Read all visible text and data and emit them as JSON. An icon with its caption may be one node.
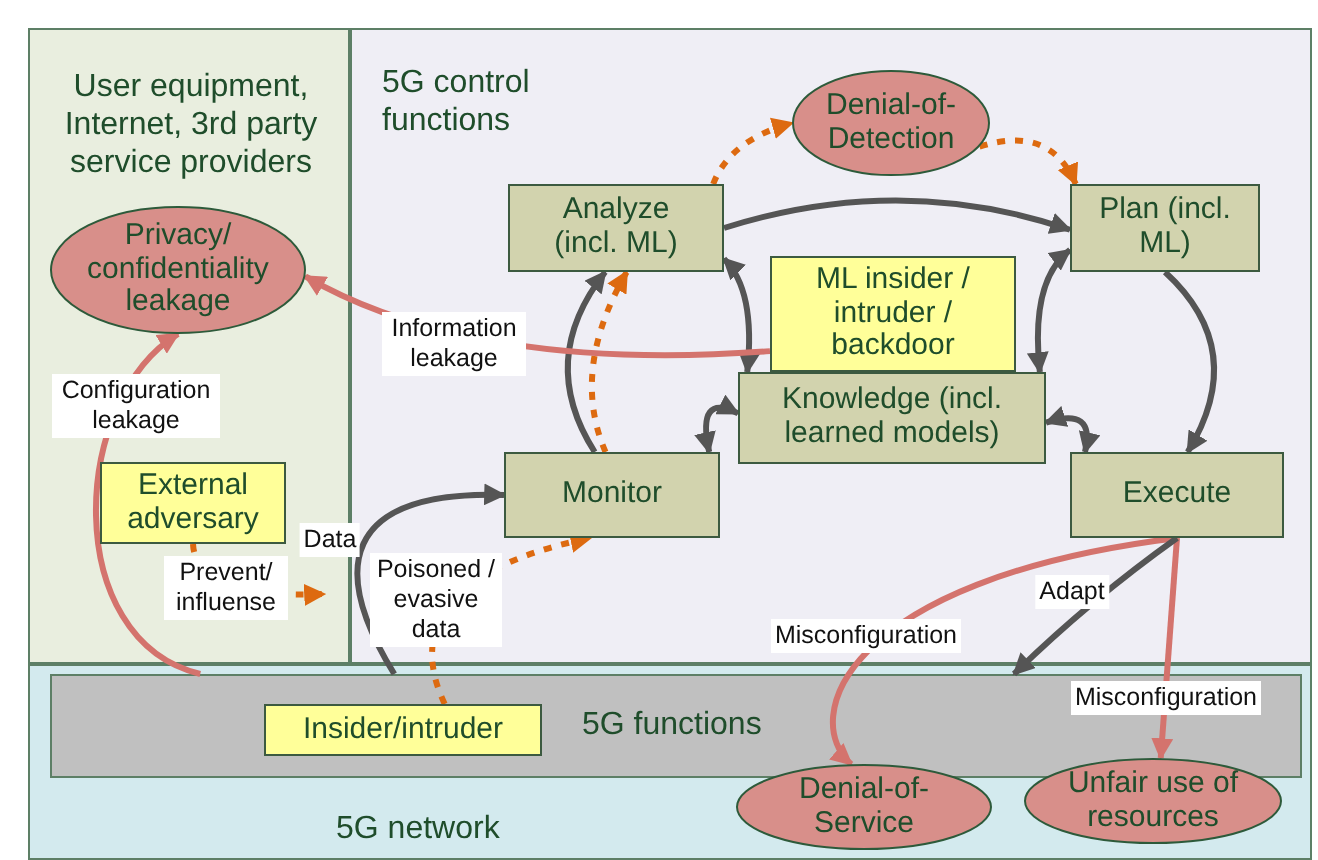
{
  "diagram": {
    "nodes": [
      {
        "text": [
          "User equipment, Internet, 3rd party service providers"
        ]
      },
      {
        "text": [
          "5G control functions"
        ]
      },
      {
        "text": [
          "5G network"
        ]
      },
      {
        "text": [
          "5G functions"
        ],
        "in": 2
      },
      {
        "text": [
          "Privacy/ confidentiality leakage"
        ],
        "in": 0
      },
      {
        "text": [
          "External adversary"
        ],
        "in": 0
      },
      {
        "text": [
          "Analyze (incl. ML)"
        ],
        "in": 1
      },
      {
        "text": [
          "Denial-of-Detection"
        ],
        "in": 1
      },
      {
        "text": [
          "Plan (incl. ML)"
        ],
        "in": 1
      },
      {
        "text": [
          "ML insider / intruder / backdoor"
        ],
        "in": 1
      },
      {
        "text": [
          "Knowledge (incl. learned models)"
        ],
        "in": 1
      },
      {
        "text": [
          "Monitor"
        ],
        "in": 1
      },
      {
        "text": [
          "Execute"
        ],
        "in": 1
      },
      {
        "text": [
          "Insider/intruder"
        ],
        "in": 3
      },
      {
        "text": [
          "Denial-of-Service"
        ],
        "in": 2
      },
      {
        "text": [
          "Unfair use of resources"
        ],
        "in": 2
      }
    ],
    "edges": [
      {
        "from": 6,
        "to": 8,
        "arrow": "to"
      },
      {
        "from": 6,
        "to": 7,
        "arrow": "to",
        "style": "dashed",
        "color": "#dd6a10"
      },
      {
        "from": 7,
        "to": 8,
        "arrow": "to",
        "style": "dashed",
        "color": "#dd6a10"
      },
      {
        "from": 6,
        "to": 10,
        "arrow": "both"
      },
      {
        "from": 8,
        "to": 10,
        "arrow": "both"
      },
      {
        "from": 11,
        "to": 10,
        "arrow": "both"
      },
      {
        "from": 10,
        "to": 12,
        "arrow": "both"
      },
      {
        "from": 11,
        "to": 6,
        "arrow": "to"
      },
      {
        "from": 11,
        "to": 6,
        "arrow": "to",
        "style": "dashed",
        "color": "#dd6a10"
      },
      {
        "from": 8,
        "to": 12,
        "arrow": "to"
      },
      {
        "from": 3,
        "to": 11,
        "arrow": "to",
        "label": "Data"
      },
      {
        "from": 13,
        "to": 11,
        "arrow": "to",
        "label": "Poisoned / evasive data",
        "style": "dashed",
        "color": "#dd6a10"
      },
      {
        "from": 5,
        "to": null,
        "arrow": "to",
        "label": "Prevent/ influense",
        "style": "dashed",
        "color": "#dd6a10"
      },
      {
        "from": 3,
        "to": 4,
        "arrow": "to",
        "label": "Configuration leakage",
        "color": "#d4736d"
      },
      {
        "from": 9,
        "to": 4,
        "arrow": "to",
        "label": "Information leakage",
        "color": "#d4736d"
      },
      {
        "from": 12,
        "to": 14,
        "arrow": "to",
        "label": "Misconfiguration",
        "color": "#d4736d"
      },
      {
        "from": 12,
        "to": 15,
        "arrow": "to",
        "label": "Misconfiguration",
        "color": "#d4736d"
      },
      {
        "from": 12,
        "to": 3,
        "arrow": "to",
        "label": "Adapt"
      }
    ]
  }
}
